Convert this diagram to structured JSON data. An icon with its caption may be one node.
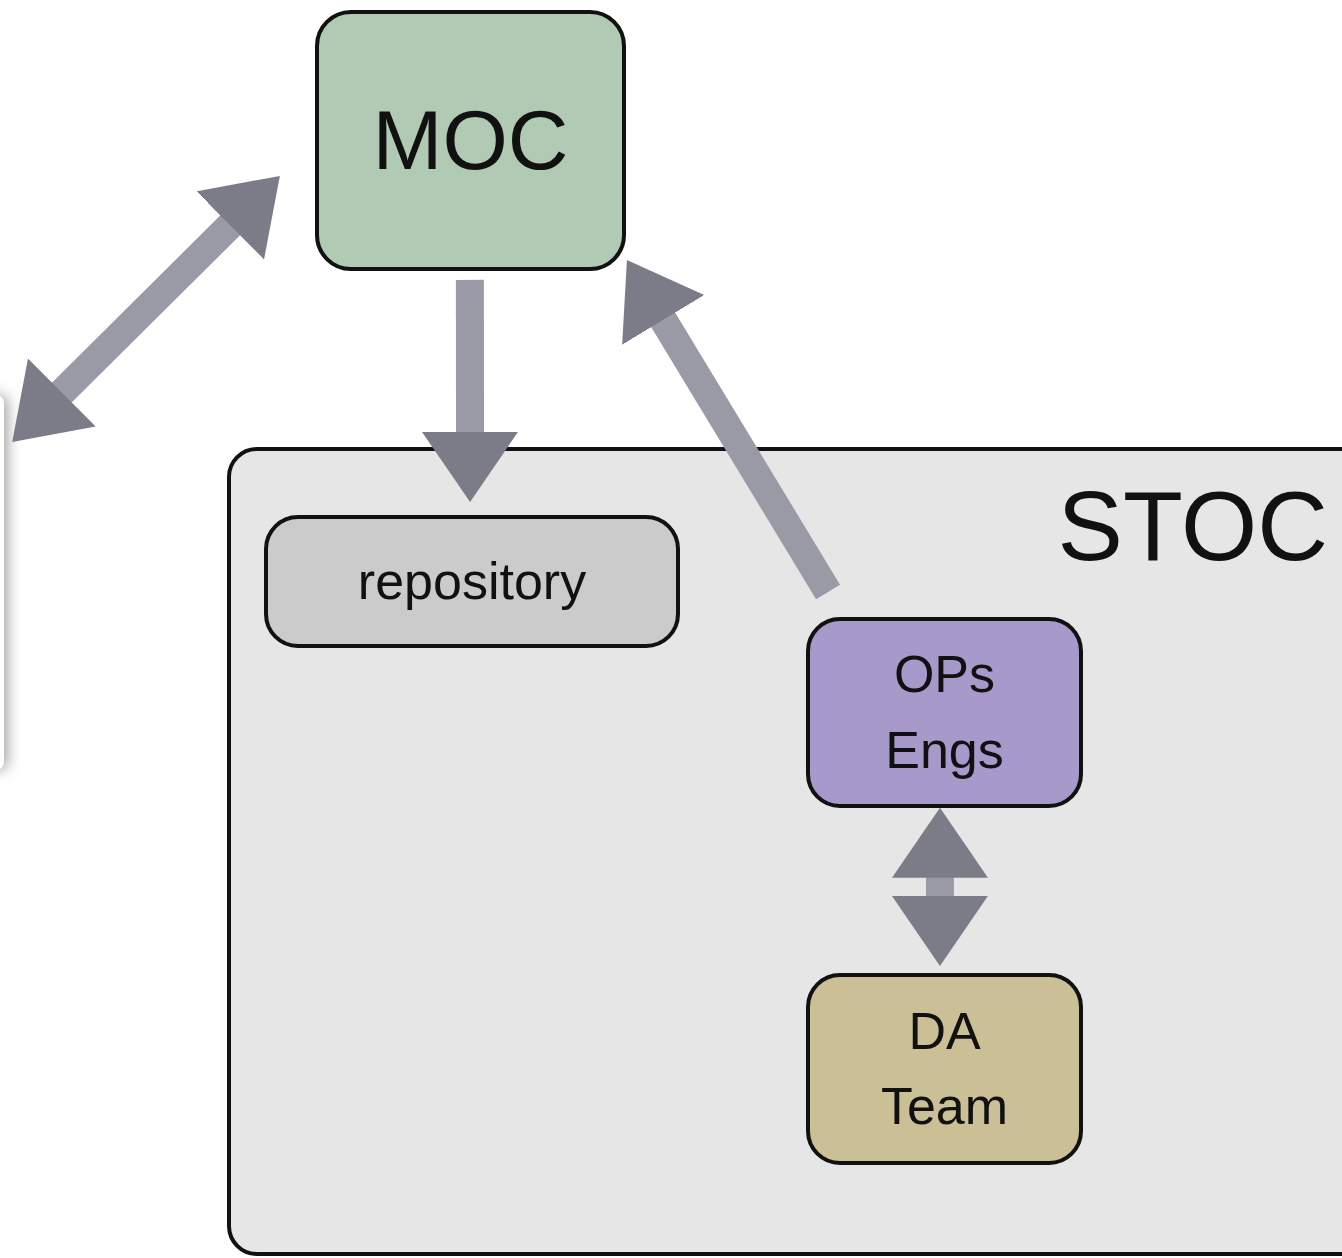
{
  "diagram": {
    "nodes": [
      {
        "text": [
          "MOC"
        ]
      },
      {
        "text": [],
        "shape": "box"
      },
      {
        "text": [
          "STOC"
        ]
      },
      {
        "text": [
          "repository"
        ],
        "in": 2
      },
      {
        "text": [
          "OPs Engs"
        ],
        "in": 2
      },
      {
        "text": [
          "DA Team"
        ],
        "in": 2
      }
    ],
    "edges": [
      {
        "from": 1,
        "to": 0,
        "arrow": "both"
      },
      {
        "from": 0,
        "to": 3,
        "arrow": "to"
      },
      {
        "from": 4,
        "to": 0,
        "arrow": "to"
      },
      {
        "from": 4,
        "to": 5,
        "arrow": "both"
      }
    ]
  }
}
